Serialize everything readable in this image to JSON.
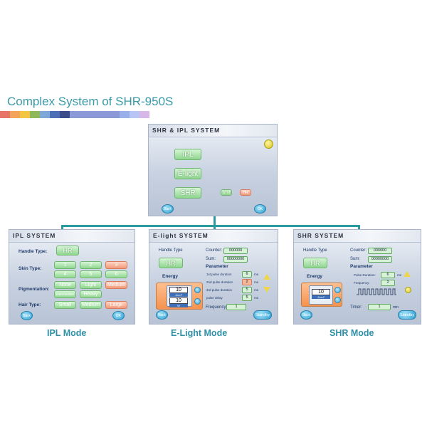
{
  "title": "Complex System of SHR-950S",
  "colors": {
    "accent": "#3a9aa8",
    "connector": "#2a9aa0",
    "strip": [
      "#e8756a",
      "#f2a55a",
      "#f4c542",
      "#8fb85a",
      "#7ea8d8",
      "#4c6fb5",
      "#3b4c8a",
      "#8b9ad6",
      "#8b9ad6",
      "#8b9ad6",
      "#8b9ad6",
      "#8b9ad6",
      "#9ab0e8",
      "#b7c6f2",
      "#d6b7e8"
    ]
  },
  "top_screen": {
    "title": "SHR & IPL SYSTEM",
    "buttons": {
      "ipl": "IPL",
      "elight": "E-light",
      "shr": "SHR",
      "stm": "STM",
      "hr": "HR"
    },
    "back": "Back",
    "ok": "OK"
  },
  "ipl": {
    "title": "IPL SYSTEM",
    "handle_type_label": "Handle Type:",
    "handle_value": "HR",
    "skin_type_label": "Skin Type:",
    "skin_types": [
      "1",
      "2",
      "3",
      "4",
      "5",
      "6"
    ],
    "pigmentation_label": "Pigmentation:",
    "pigmentation": [
      "None",
      "Light",
      "Medium",
      "Intermediate",
      "Heavy"
    ],
    "hair_type_label": "Hair Type:",
    "hair_types": [
      "Small",
      "Medium",
      "Large"
    ],
    "back": "Back",
    "ok": "OK",
    "mode_label": "IPL Mode"
  },
  "elight": {
    "title": "E-light  SYSTEM",
    "handle_type_label": "Handle Type",
    "handle_value": "HR",
    "counter_label": "Counter:",
    "counter_value": "000000",
    "sum_label": "Sum:",
    "sum_value": "00000000",
    "parameter_label": "Parameter",
    "energy_label": "Energy",
    "energy_value_1": "10",
    "energy_unit_1": "J/cm²",
    "energy_value_2": "10",
    "energy_unit_2": "W",
    "params": [
      {
        "label": "1st pulse duration",
        "value": "6",
        "unit": "ms"
      },
      {
        "label": "2nd pulse duration",
        "value": "2",
        "unit": "ms"
      },
      {
        "label": "3rd pulse duration",
        "value": "5",
        "unit": "ms"
      },
      {
        "label": "pulse delay",
        "value": "5",
        "unit": "ms"
      }
    ],
    "frequency_label": "Frequency:",
    "frequency_value": "1",
    "back": "Back",
    "standby": "Standby",
    "mode_label": "E-Light Mode"
  },
  "shr": {
    "title": "SHR SYSTEM",
    "handle_type_label": "Handle Type",
    "handle_value": "HR",
    "counter_label": "Counter:",
    "counter_value": "000000",
    "sum_label": "Sum:",
    "sum_value": "00000000",
    "parameter_label": "Parameter",
    "energy_label": "Energy",
    "energy_value": "10",
    "energy_unit": "J/cm²",
    "pulse_duration_label": "Pulse Duration:",
    "pulse_duration_value": "6",
    "pulse_duration_unit": "ms",
    "frequency_label": "Frequency:",
    "frequency_value": "2",
    "timer_label": "Timer:",
    "timer_value": "1",
    "timer_unit": "min",
    "back": "Back",
    "standby": "Standby",
    "mode_label": "SHR Mode"
  }
}
